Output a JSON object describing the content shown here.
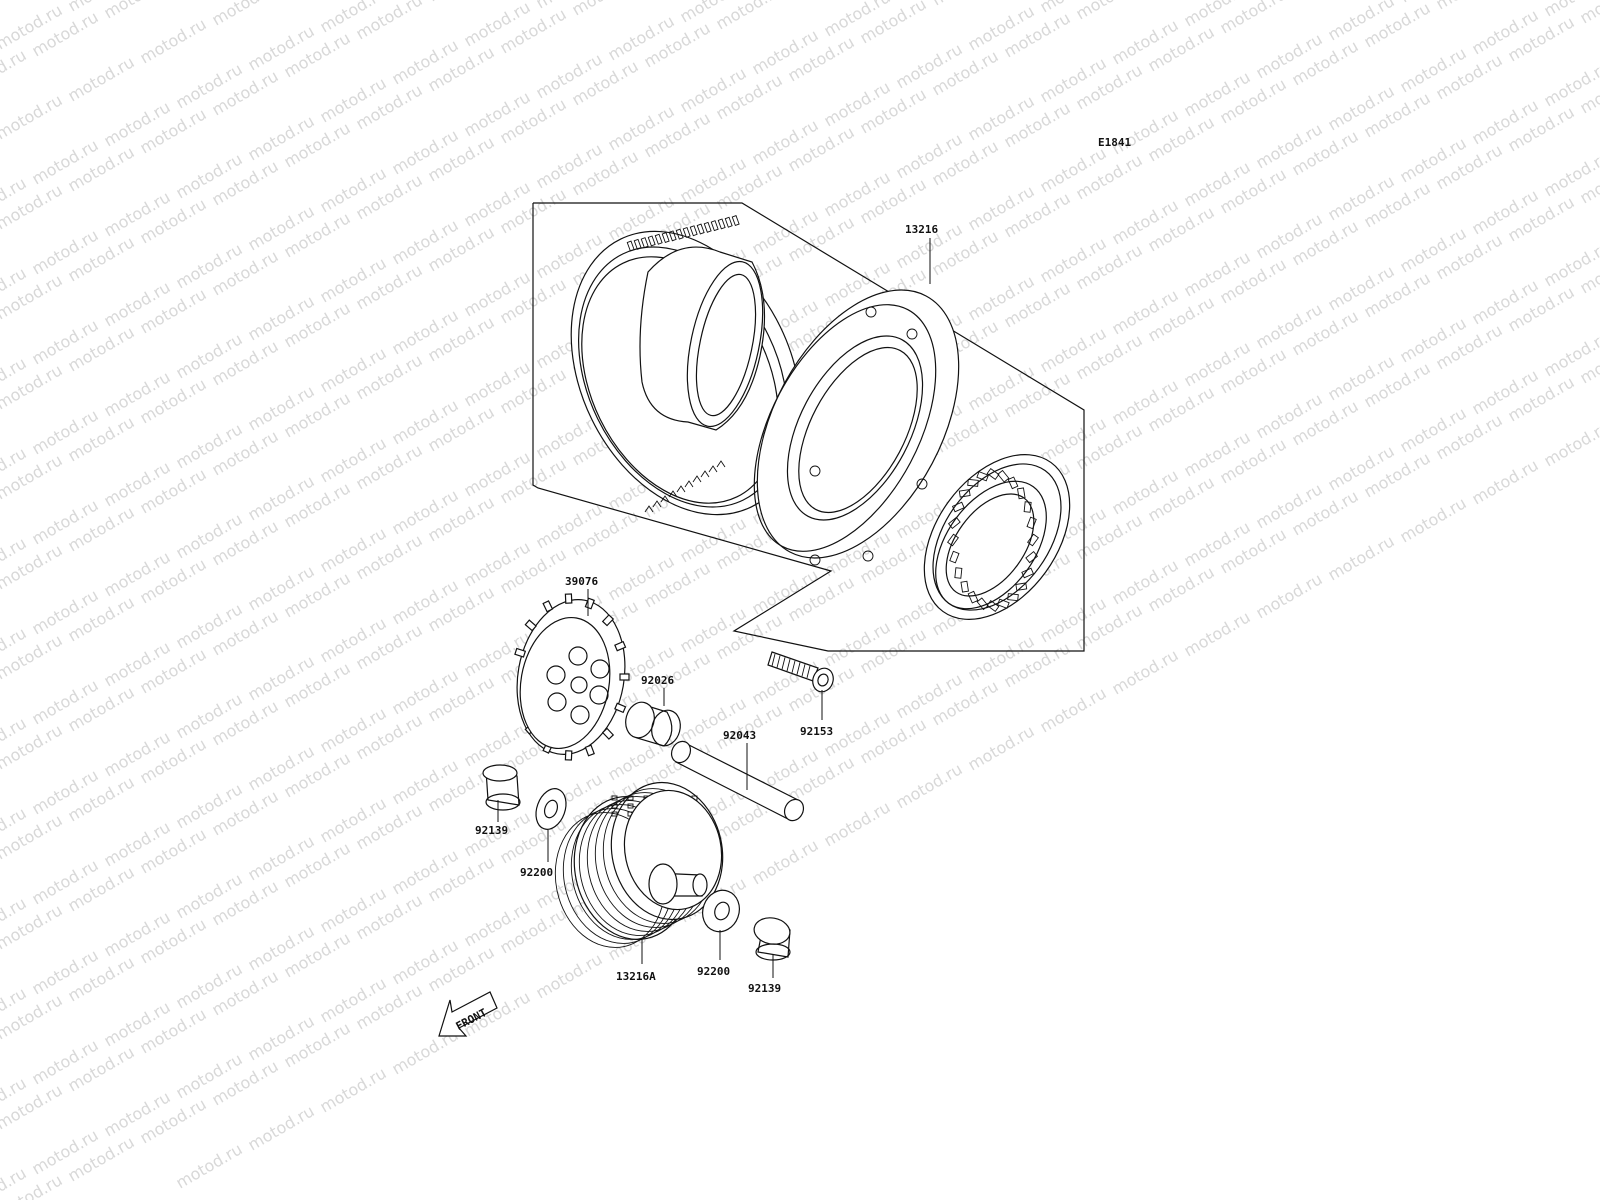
{
  "diagram": {
    "code": "E1841",
    "watermark": "motod.ru",
    "front_label": "FRONT",
    "parts": [
      {
        "id": "13216",
        "label": "13216"
      },
      {
        "id": "39076",
        "label": "39076"
      },
      {
        "id": "92026",
        "label": "92026"
      },
      {
        "id": "92043",
        "label": "92043"
      },
      {
        "id": "92153",
        "label": "92153"
      },
      {
        "id": "92139a",
        "label": "92139"
      },
      {
        "id": "92200a",
        "label": "92200"
      },
      {
        "id": "13216A",
        "label": "13216A"
      },
      {
        "id": "92200b",
        "label": "92200"
      },
      {
        "id": "92139b",
        "label": "92139"
      }
    ]
  }
}
